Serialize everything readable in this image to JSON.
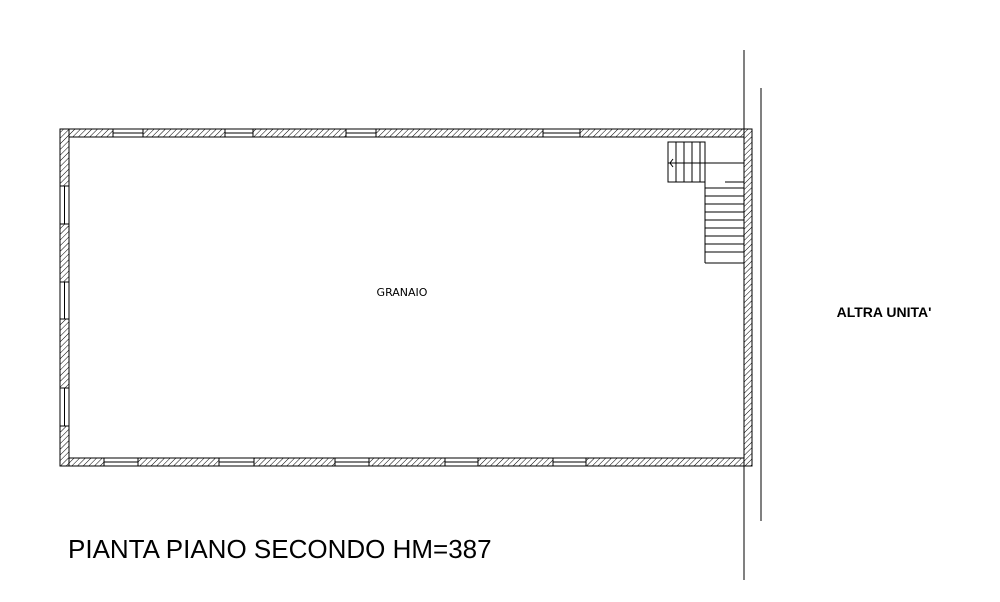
{
  "drawing": {
    "room_label": "GRANAIO",
    "neighbor_label": "ALTRA UNITA'",
    "title": "PIANTA PIANO SECONDO HM=387"
  },
  "colors": {
    "ink": "#000000",
    "background": "#ffffff"
  }
}
